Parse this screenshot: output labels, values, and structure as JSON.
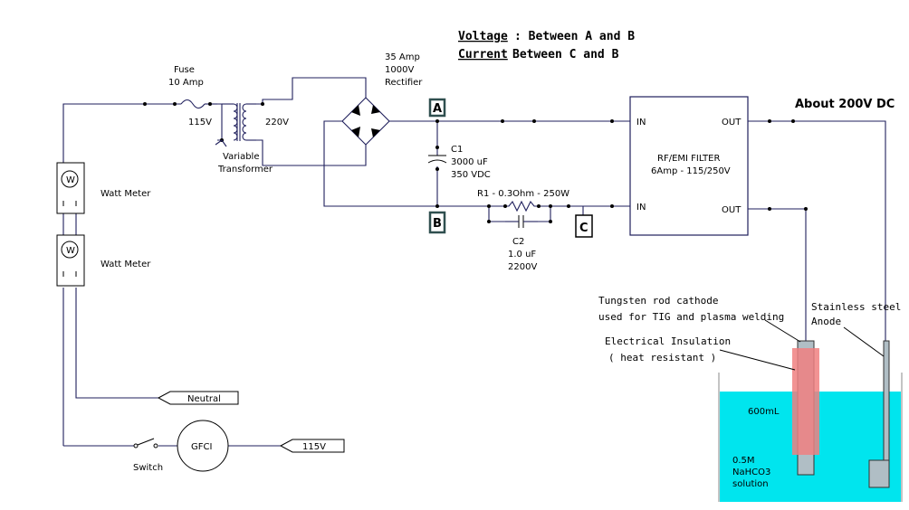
{
  "header": {
    "voltage_label": "Voltage",
    "voltage_text": ": Between A and B",
    "current_label": "Current",
    "current_text": "Between C and B"
  },
  "output_label": "About 200V DC",
  "components": {
    "fuse": [
      "Fuse",
      "10 Amp"
    ],
    "transformer_primary": "115V",
    "transformer_secondary": "220V",
    "transformer_name": [
      "Variable",
      "Transformer"
    ],
    "rectifier": [
      "35 Amp",
      "1000V",
      "Rectifier"
    ],
    "c1": [
      "C1",
      "3000 uF",
      "350 VDC"
    ],
    "r1": "R1 - 0.3Ohm - 250W",
    "c2": [
      "C2",
      "1.0 uF",
      "2200V"
    ],
    "filter": [
      "RF/EMI FILTER",
      "6Amp - 115/250V"
    ],
    "filter_in_top": "IN",
    "filter_in_bottom": "IN",
    "filter_out_top": "OUT",
    "filter_out_bottom": "OUT",
    "watt_meter_1": "Watt Meter",
    "watt_meter_2": "Watt Meter",
    "meter_symbol": "W",
    "neutral": "Neutral",
    "supply_115": "115V",
    "gfci": "GFCI",
    "switch": "Switch"
  },
  "terminals": {
    "a": "A",
    "b": "B",
    "c": "C"
  },
  "cell": {
    "cathode": [
      "Tungsten rod cathode",
      "used for TIG and plasma welding"
    ],
    "anode": [
      "Stainless steel",
      "Anode"
    ],
    "insulation": [
      "Electrical Insulation",
      "( heat resistant )"
    ],
    "volume": "600mL",
    "solution": [
      "0.5M",
      "NaHCO3",
      "solution"
    ]
  },
  "colors": {
    "wire": "#1f1f5c",
    "terminal_box": "#2f4f4f",
    "solution": "#00e5ee",
    "insulation": "#f08080"
  }
}
